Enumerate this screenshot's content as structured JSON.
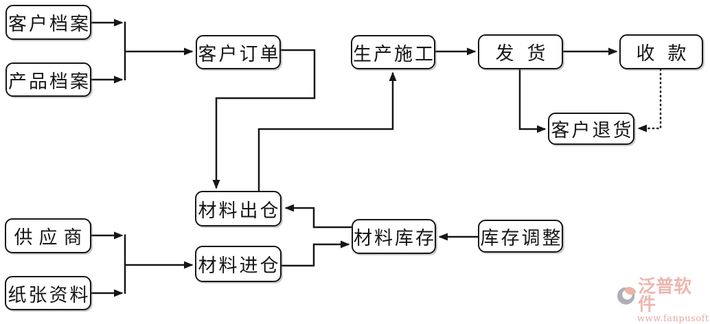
{
  "diagram": {
    "background_color": "#ffffff",
    "line_color": "#161616",
    "boxes": [
      {
        "id": "customer-archive",
        "label": "客户档案"
      },
      {
        "id": "product-archive",
        "label": "产品档案"
      },
      {
        "id": "customer-order",
        "label": "客户订单"
      },
      {
        "id": "production",
        "label": "生产施工"
      },
      {
        "id": "shipment",
        "label": "发货"
      },
      {
        "id": "collection",
        "label": "收款"
      },
      {
        "id": "customer-return",
        "label": "客户退货"
      },
      {
        "id": "material-out",
        "label": "材料出仓"
      },
      {
        "id": "material-stock",
        "label": "材料库存"
      },
      {
        "id": "material-in",
        "label": "材料进仓"
      },
      {
        "id": "supplier",
        "label": "供应商"
      },
      {
        "id": "paper-material",
        "label": "纸张资料"
      },
      {
        "id": "stock-adjust",
        "label": "库存调整"
      }
    ],
    "edges": [
      {
        "from": "customer-archive",
        "to": "customer-order",
        "style": "solid"
      },
      {
        "from": "product-archive",
        "to": "customer-order",
        "style": "solid"
      },
      {
        "from": "customer-order",
        "to": "material-out",
        "style": "solid"
      },
      {
        "from": "material-out",
        "to": "production",
        "style": "solid"
      },
      {
        "from": "production",
        "to": "shipment",
        "style": "solid"
      },
      {
        "from": "shipment",
        "to": "collection",
        "style": "solid"
      },
      {
        "from": "shipment",
        "to": "customer-return",
        "style": "solid"
      },
      {
        "from": "collection",
        "to": "customer-return",
        "style": "dotted"
      },
      {
        "from": "material-stock",
        "to": "material-out",
        "style": "solid"
      },
      {
        "from": "material-in",
        "to": "material-stock",
        "style": "solid"
      },
      {
        "from": "stock-adjust",
        "to": "material-stock",
        "style": "solid"
      },
      {
        "from": "supplier",
        "to": "material-in",
        "style": "solid"
      },
      {
        "from": "paper-material",
        "to": "material-in",
        "style": "solid"
      }
    ],
    "watermark": {
      "brand": "泛普软件",
      "url": "www.fanpusoft.com",
      "brand_color": "#e79a91",
      "url_color": "#dc8a81",
      "icon_gray": "#90909a",
      "icon_salmon": "#e6987f"
    }
  }
}
